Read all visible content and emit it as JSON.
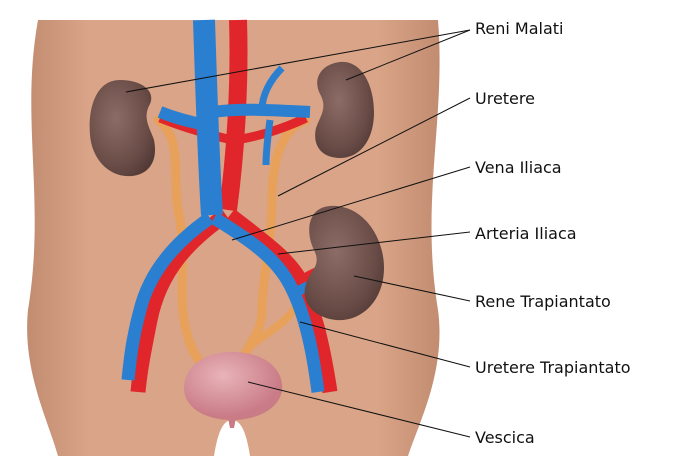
{
  "labels": {
    "diseased_kidneys": "Reni Malati",
    "ureter": "Uretere",
    "iliac_vein": "Vena Iliaca",
    "iliac_artery": "Arteria Iliaca",
    "transplanted_kidney": "Rene Trapiantato",
    "transplanted_ureter": "Uretere Trapiantato",
    "bladder": "Vescica"
  },
  "colors": {
    "skin": "#d9a386",
    "skin_shadow": "#c48a6c",
    "kidney": "#6e4f4a",
    "kidney_highlight": "#8a6a64",
    "vein": "#2b7fd0",
    "artery": "#e0262a",
    "ureter": "#e7a15a",
    "bladder": "#d98f9a",
    "leader": "#111111",
    "text": "#111111"
  }
}
